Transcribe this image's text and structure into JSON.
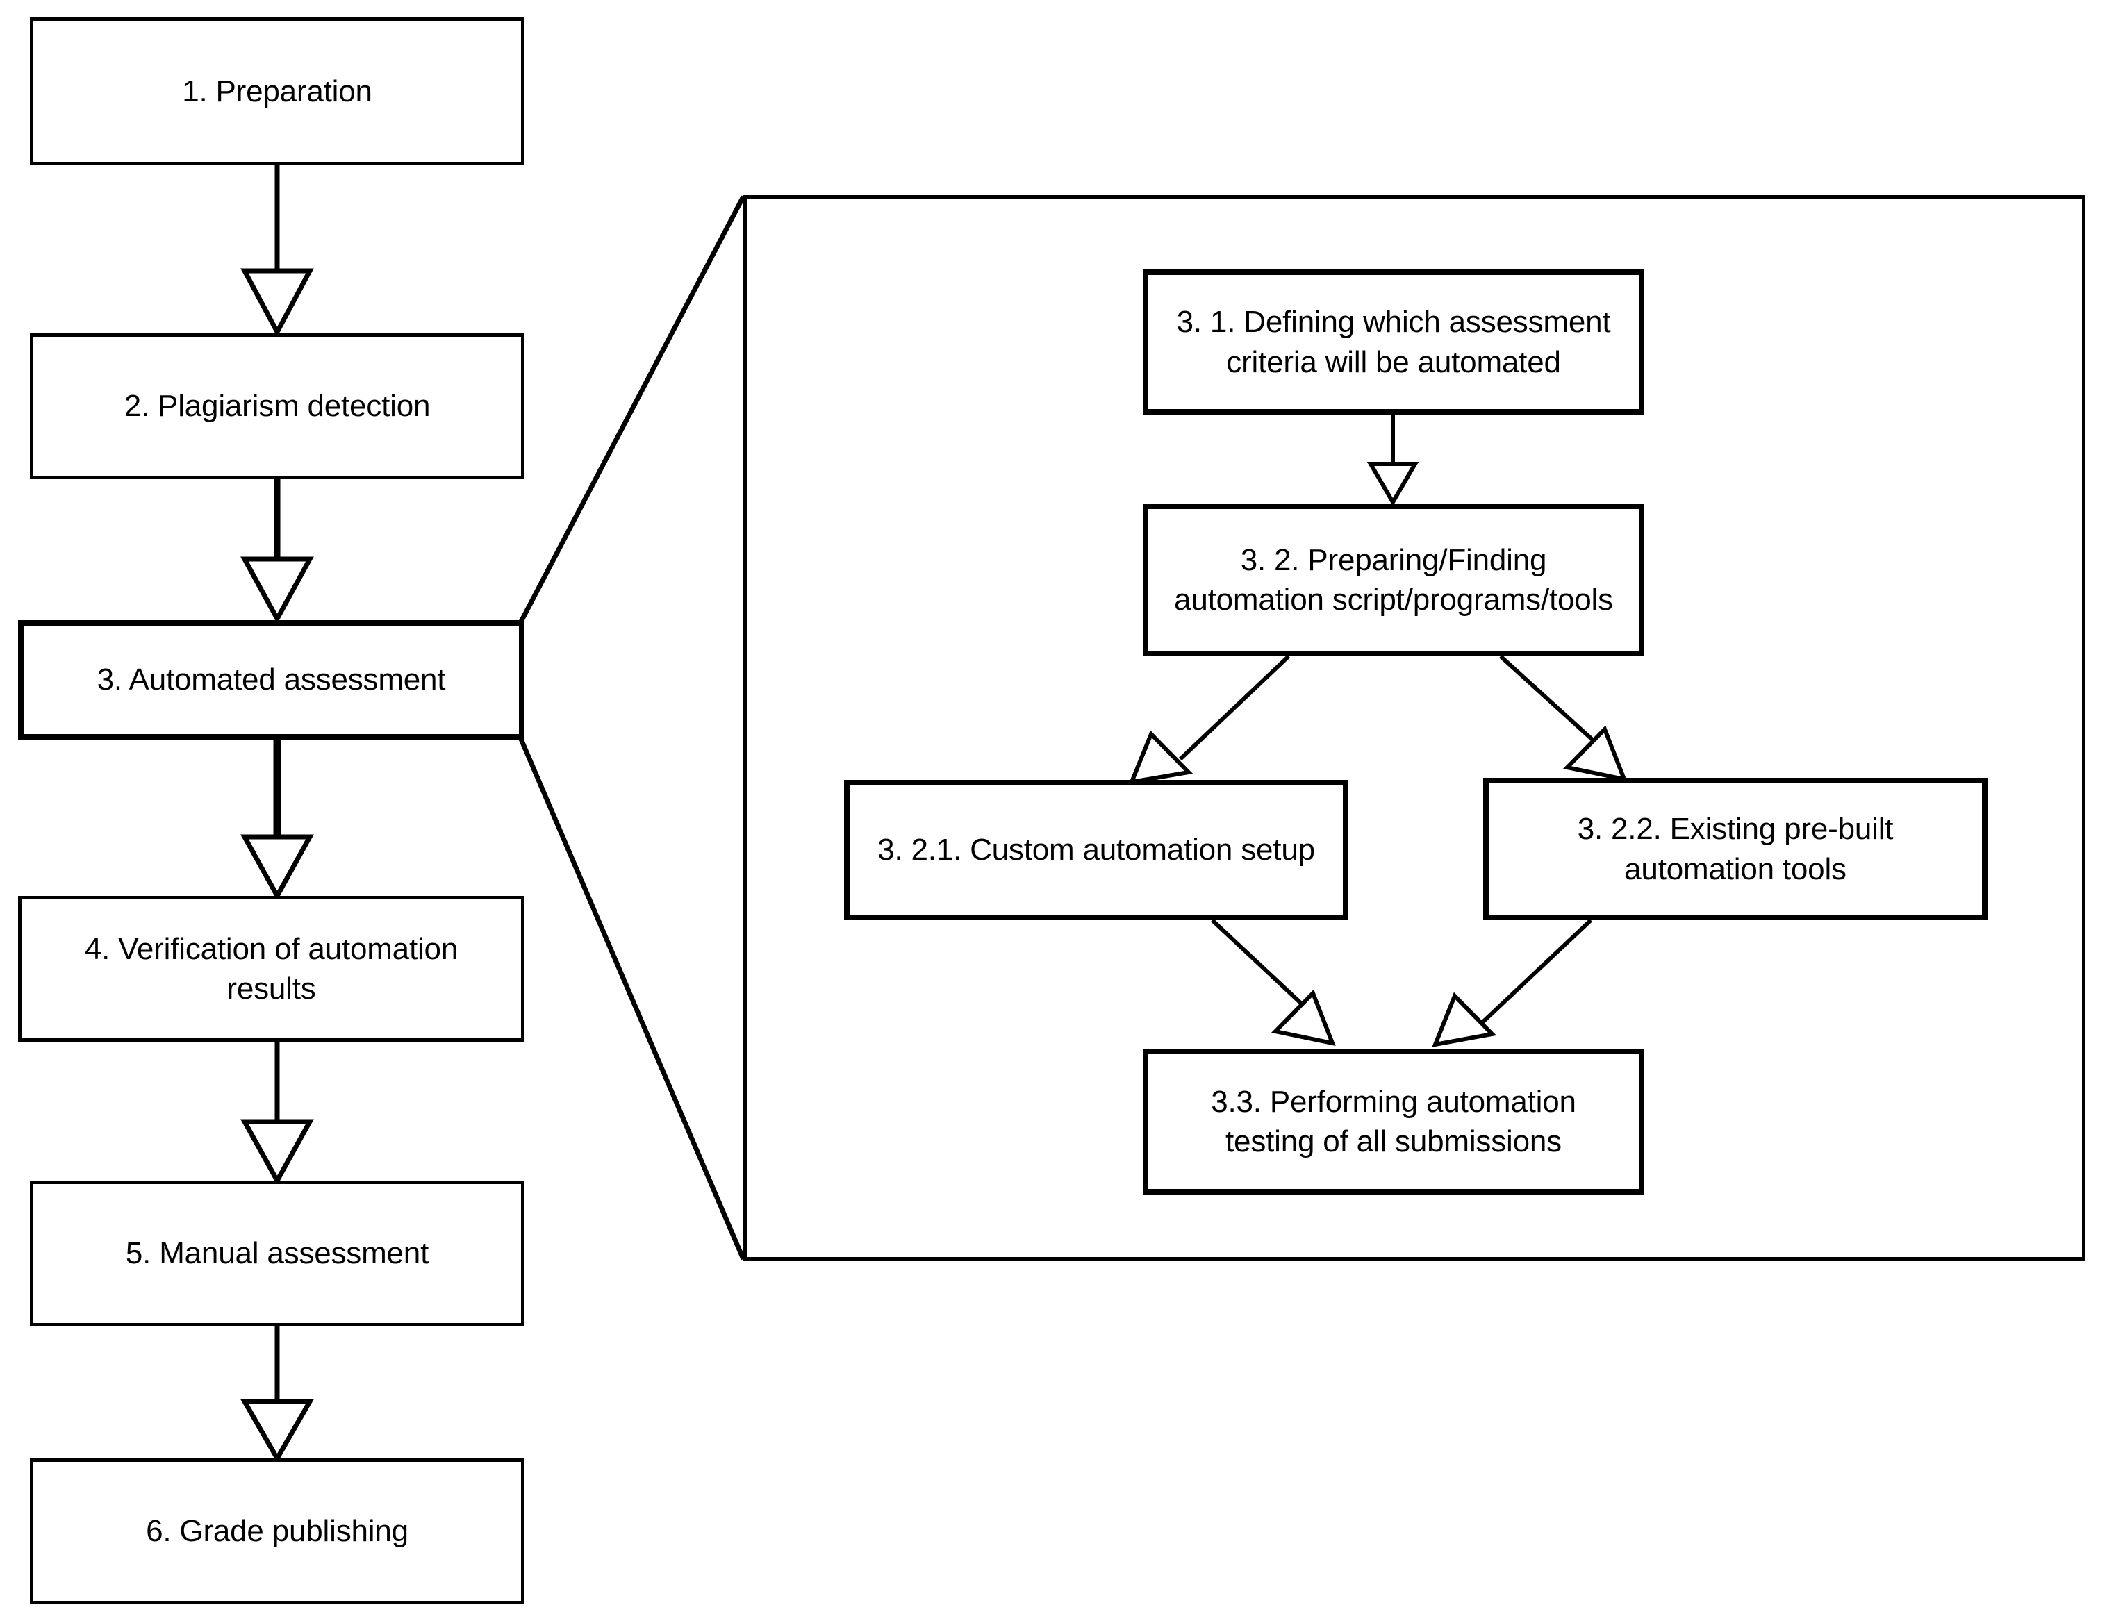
{
  "diagram": {
    "title": "Assessment process flowchart with expanded automated assessment sub-process",
    "stroke_color": "#000000",
    "fill_color": "#ffffff",
    "main_flow": [
      {
        "id": "step1",
        "label": "1. Preparation"
      },
      {
        "id": "step2",
        "label": "2. Plagiarism detection"
      },
      {
        "id": "step3",
        "label": "3. Automated assessment"
      },
      {
        "id": "step4",
        "label": "4. Verification of automation\nresults"
      },
      {
        "id": "step5",
        "label": "5. Manual assessment"
      },
      {
        "id": "step6",
        "label": "6. Grade publishing"
      }
    ],
    "detail_panel": {
      "source_step": "3. Automated assessment",
      "nodes": [
        {
          "id": "step3_1",
          "label": "3. 1. Defining which assessment\ncriteria will be automated"
        },
        {
          "id": "step3_2",
          "label": "3. 2. Preparing/Finding\nautomation script/programs/tools"
        },
        {
          "id": "step3_2_1",
          "label": "3. 2.1. Custom automation setup"
        },
        {
          "id": "step3_2_2",
          "label": "3. 2.2. Existing pre-built\nautomation tools"
        },
        {
          "id": "step3_3",
          "label": "3.3. Performing automation\ntesting of all submissions"
        }
      ],
      "edges": [
        {
          "from": "step3_1",
          "to": "step3_2"
        },
        {
          "from": "step3_2",
          "to": "step3_2_1"
        },
        {
          "from": "step3_2",
          "to": "step3_2_2"
        },
        {
          "from": "step3_2_1",
          "to": "step3_3"
        },
        {
          "from": "step3_2_2",
          "to": "step3_3"
        }
      ]
    },
    "main_edges": [
      {
        "from": "step1",
        "to": "step2"
      },
      {
        "from": "step2",
        "to": "step3"
      },
      {
        "from": "step3",
        "to": "step4"
      },
      {
        "from": "step4",
        "to": "step5"
      },
      {
        "from": "step5",
        "to": "step6"
      }
    ],
    "callout_lines": [
      {
        "from": "step3-top-right",
        "to": "detail-panel-top-left"
      },
      {
        "from": "step3-bottom-right",
        "to": "detail-panel-bottom-left"
      }
    ]
  }
}
